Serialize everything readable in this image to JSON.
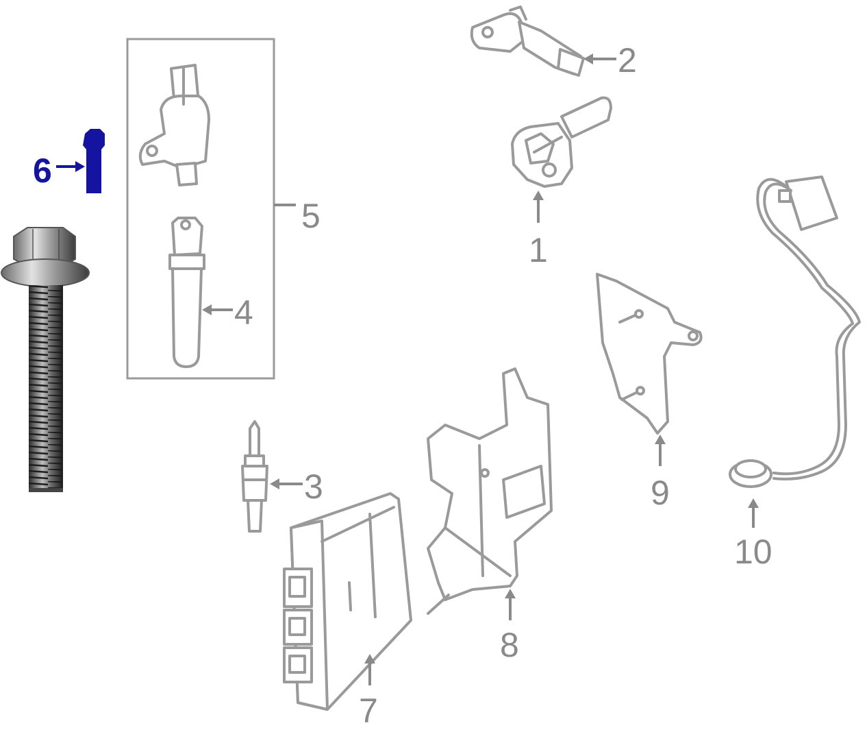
{
  "diagram": {
    "callouts": [
      {
        "id": "1",
        "text": "1"
      },
      {
        "id": "2",
        "text": "2"
      },
      {
        "id": "3",
        "text": "3"
      },
      {
        "id": "4",
        "text": "4"
      },
      {
        "id": "5",
        "text": "5"
      },
      {
        "id": "6",
        "text": "6",
        "highlighted": true
      },
      {
        "id": "7",
        "text": "7"
      },
      {
        "id": "8",
        "text": "8"
      },
      {
        "id": "9",
        "text": "9"
      },
      {
        "id": "10",
        "text": "10"
      }
    ],
    "colors": {
      "line_art": "#9a9a9a",
      "label": "#8a8a8a",
      "highlight": "#1414a0",
      "background": "#ffffff"
    },
    "parts_shown": [
      "sensor-1",
      "sensor-2",
      "spark-plug-3",
      "coil-boot-4",
      "coil-assembly-5",
      "bolt-6",
      "control-module-7",
      "bracket-8",
      "bracket-9",
      "knock-sensor-10",
      "flange-bolt-photo"
    ]
  }
}
